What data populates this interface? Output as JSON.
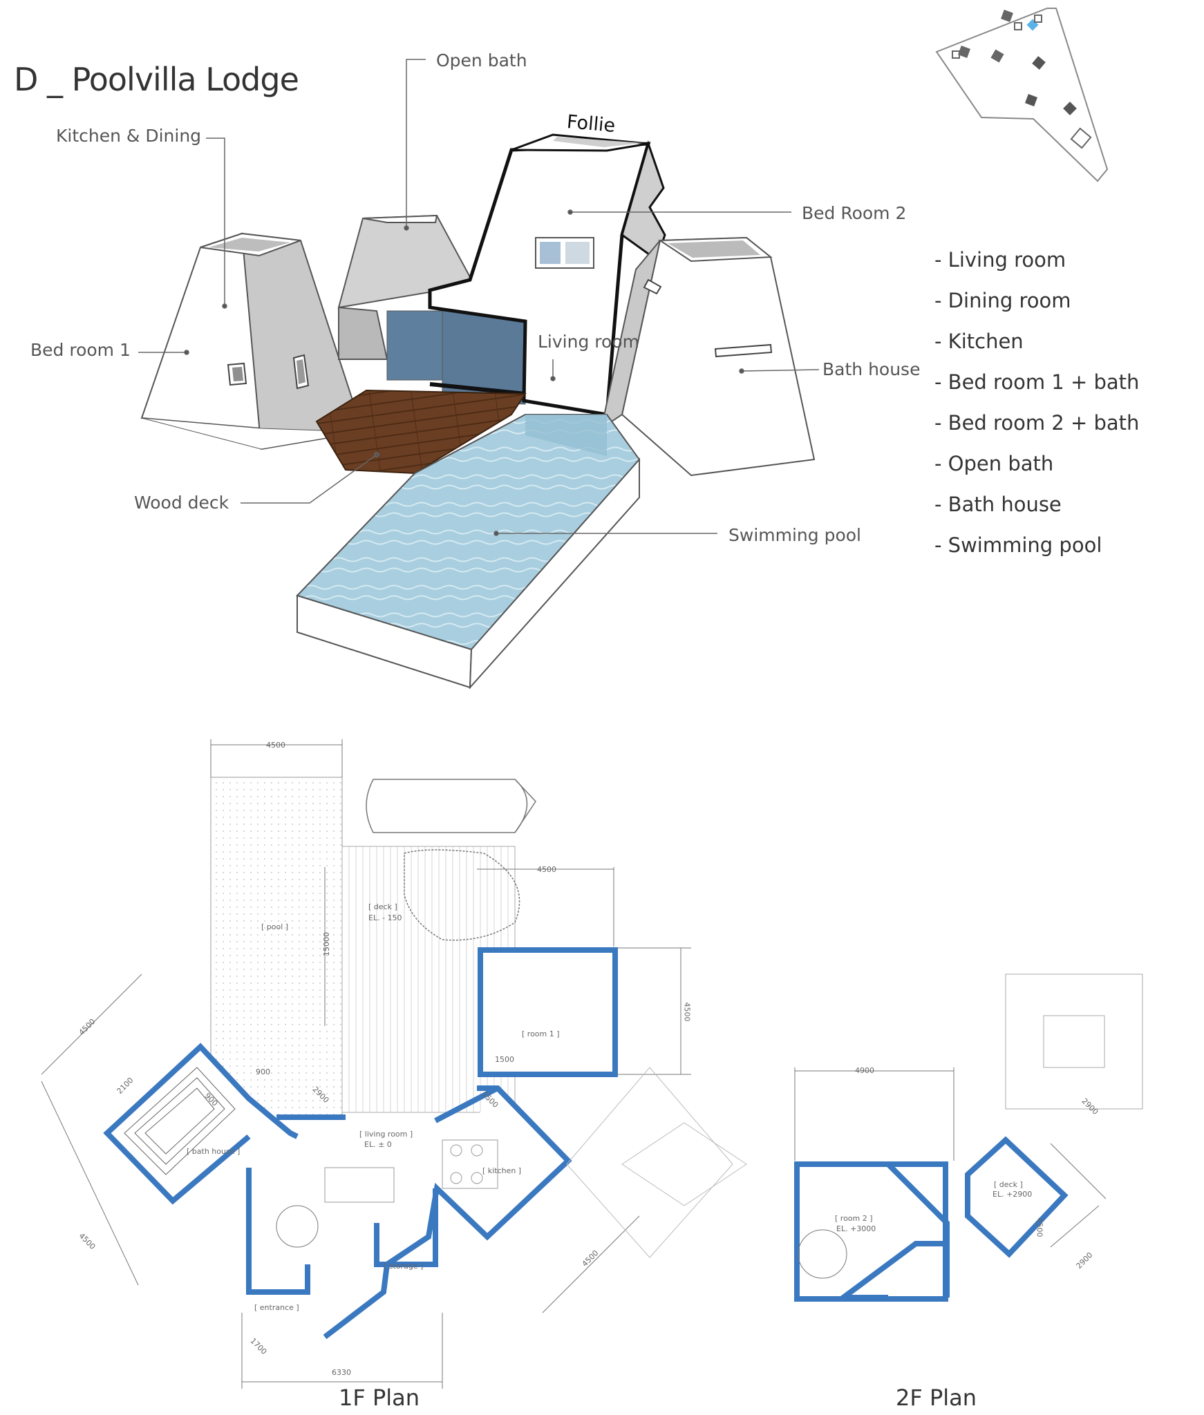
{
  "title": "D _ Poolvilla Lodge",
  "labels": {
    "open_bath": "Open bath",
    "follie": "Follie",
    "kitchen_dining": "Kitchen & Dining",
    "bed_room_2": "Bed Room 2",
    "bed_room_1": "Bed room 1",
    "living_room": "Living room",
    "bath_house": "Bath house",
    "wood_deck": "Wood deck",
    "swimming_pool": "Swimming pool"
  },
  "program": [
    "- Living room",
    "- Dining room",
    "- Kitchen",
    "- Bed room 1 + bath",
    "- Bed room 2 + bath",
    "- Open bath",
    "- Bath house",
    "- Swimming pool"
  ],
  "plans": {
    "first": "1F Plan",
    "second": "2F Plan"
  },
  "plan_tags": {
    "pool": "[ pool ]",
    "deck": "[ deck ]",
    "deck_el": "EL. - 150",
    "room1": "[ room 1 ]",
    "bath_house": "[ bath house ]",
    "living_room": "[ living room ]",
    "living_el": "EL. ± 0",
    "kitchen": "[ kitchen ]",
    "storage": "[ storage ]",
    "entrance": "[ entrance ]",
    "room2": "[ room 2 ]",
    "room2_el": "EL. +3000",
    "deck2": "[ deck ]",
    "deck2_el": "EL. +2900"
  },
  "dimensions": {
    "d_pool_w": "4500",
    "d_pool_h": "15000",
    "d_deck": "4500",
    "d_room1": "4500",
    "d_room1_b": "1500",
    "d_bath_a": "4500",
    "d_bath_b": "2100",
    "d_bath_c": "900",
    "d_bath_d": "4500",
    "d_living": "900",
    "d_living2": "2900",
    "d_kit1": "1500",
    "d_kit2": "4500",
    "d_entry": "1700",
    "d_total": "6330",
    "d_2f_w": "4900",
    "d_2f_a": "2900",
    "d_2f_b": "4500",
    "d_2f_c": "2900"
  },
  "colors": {
    "wall_blue": "#3a78c0",
    "pool_water": "#a9cfe0",
    "wood": "#6b3f22",
    "interior_blue": "#5d7d9d",
    "key_highlight": "#5ab3e8"
  },
  "icons": [
    "site-key-map-icon"
  ]
}
